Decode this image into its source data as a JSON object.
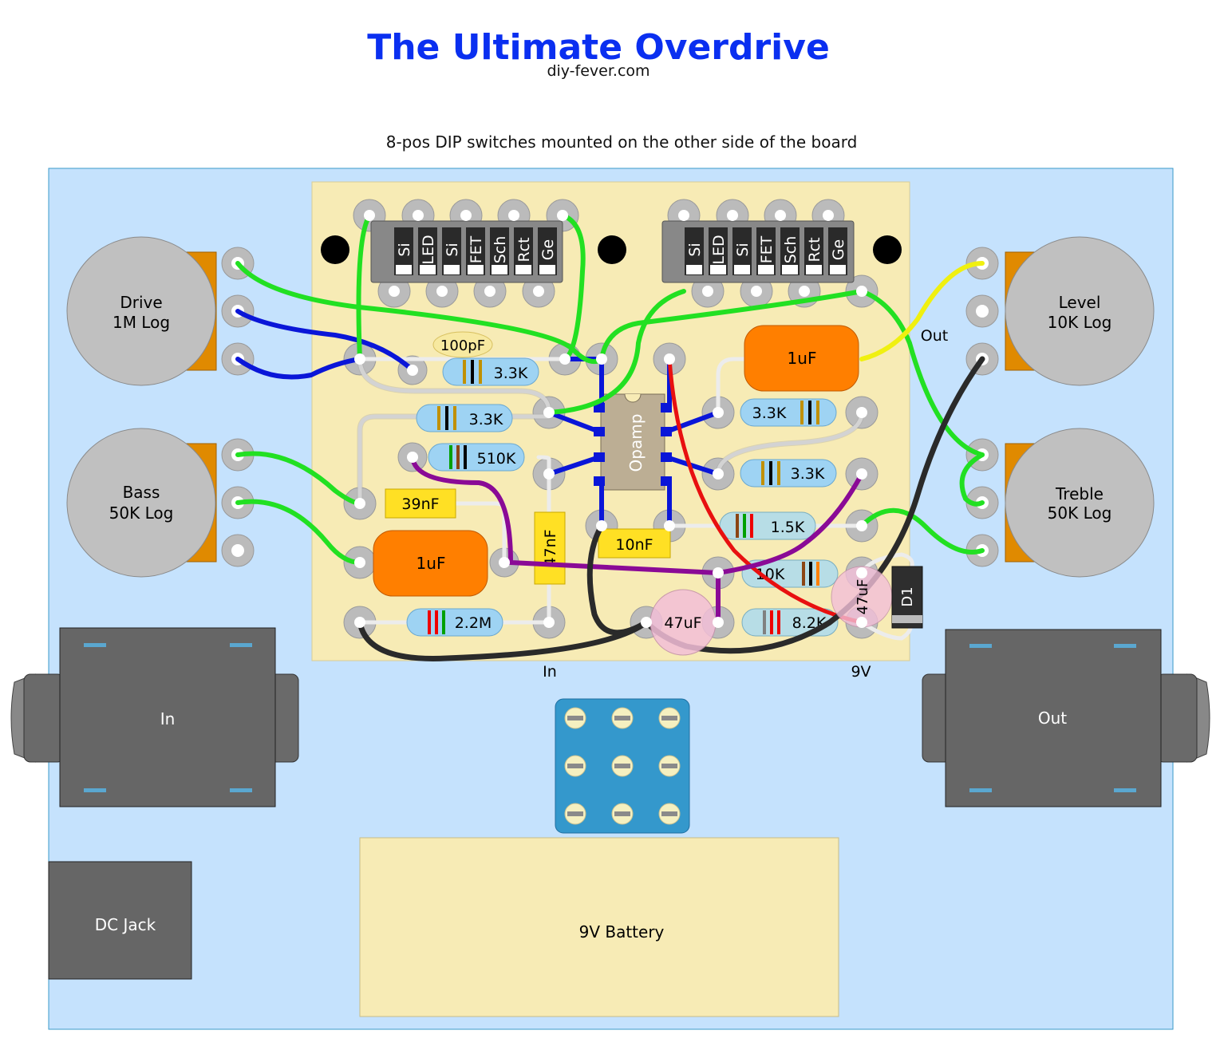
{
  "title": "The Ultimate Overdrive",
  "subtitle": "diy-fever.com",
  "note": "8-pos DIP switches mounted on the other side of the board",
  "dip_switches": [
    {
      "labels": [
        "Si",
        "LED",
        "Si",
        "FET",
        "Sch",
        "Rct",
        "Ge"
      ]
    },
    {
      "labels": [
        "Si",
        "LED",
        "Si",
        "FET",
        "Sch",
        "Rct",
        "Ge"
      ]
    }
  ],
  "pots": [
    {
      "name": "Drive",
      "value": "1M Log"
    },
    {
      "name": "Bass",
      "value": "50K Log"
    },
    {
      "name": "Level",
      "value": "10K Log"
    },
    {
      "name": "Treble",
      "value": "50K Log"
    }
  ],
  "components": {
    "c100pf": "100pF",
    "r1": "3.3K",
    "r2": "3.3K",
    "r510": "510K",
    "c39": "39nF",
    "c1uf_left": "1uF",
    "c47nf": "47nF",
    "r22m": "2.2M",
    "opamp": "Opamp",
    "c10nf": "10nF",
    "c1uf_right": "1uF",
    "r3": "3.3K",
    "r4": "3.3K",
    "r15": "1.5K",
    "r10k": "10K",
    "r82": "8.2K",
    "c47uf_a": "47uF",
    "c47uf_b": "47uF",
    "d1": "D1"
  },
  "labels": {
    "in": "In",
    "v9": "9V",
    "out": "Out"
  },
  "jacks": {
    "in": "In",
    "out": "Out",
    "dc": "DC Jack",
    "battery": "9V Battery"
  },
  "colors": {
    "enclosure": "#c5e2fd",
    "board": "#f7ebb5",
    "pot": "#c0c0c0",
    "wire_green": "#22e022",
    "wire_blue": "#0a16d8",
    "wire_black": "#2a2a2a",
    "wire_purple": "#8a0a96",
    "wire_red": "#e81010",
    "wire_yellow": "#f0f010",
    "electrolytic": "#ff7f00",
    "film_cap": "#ffe024",
    "resistor": "#9ed3f3"
  }
}
